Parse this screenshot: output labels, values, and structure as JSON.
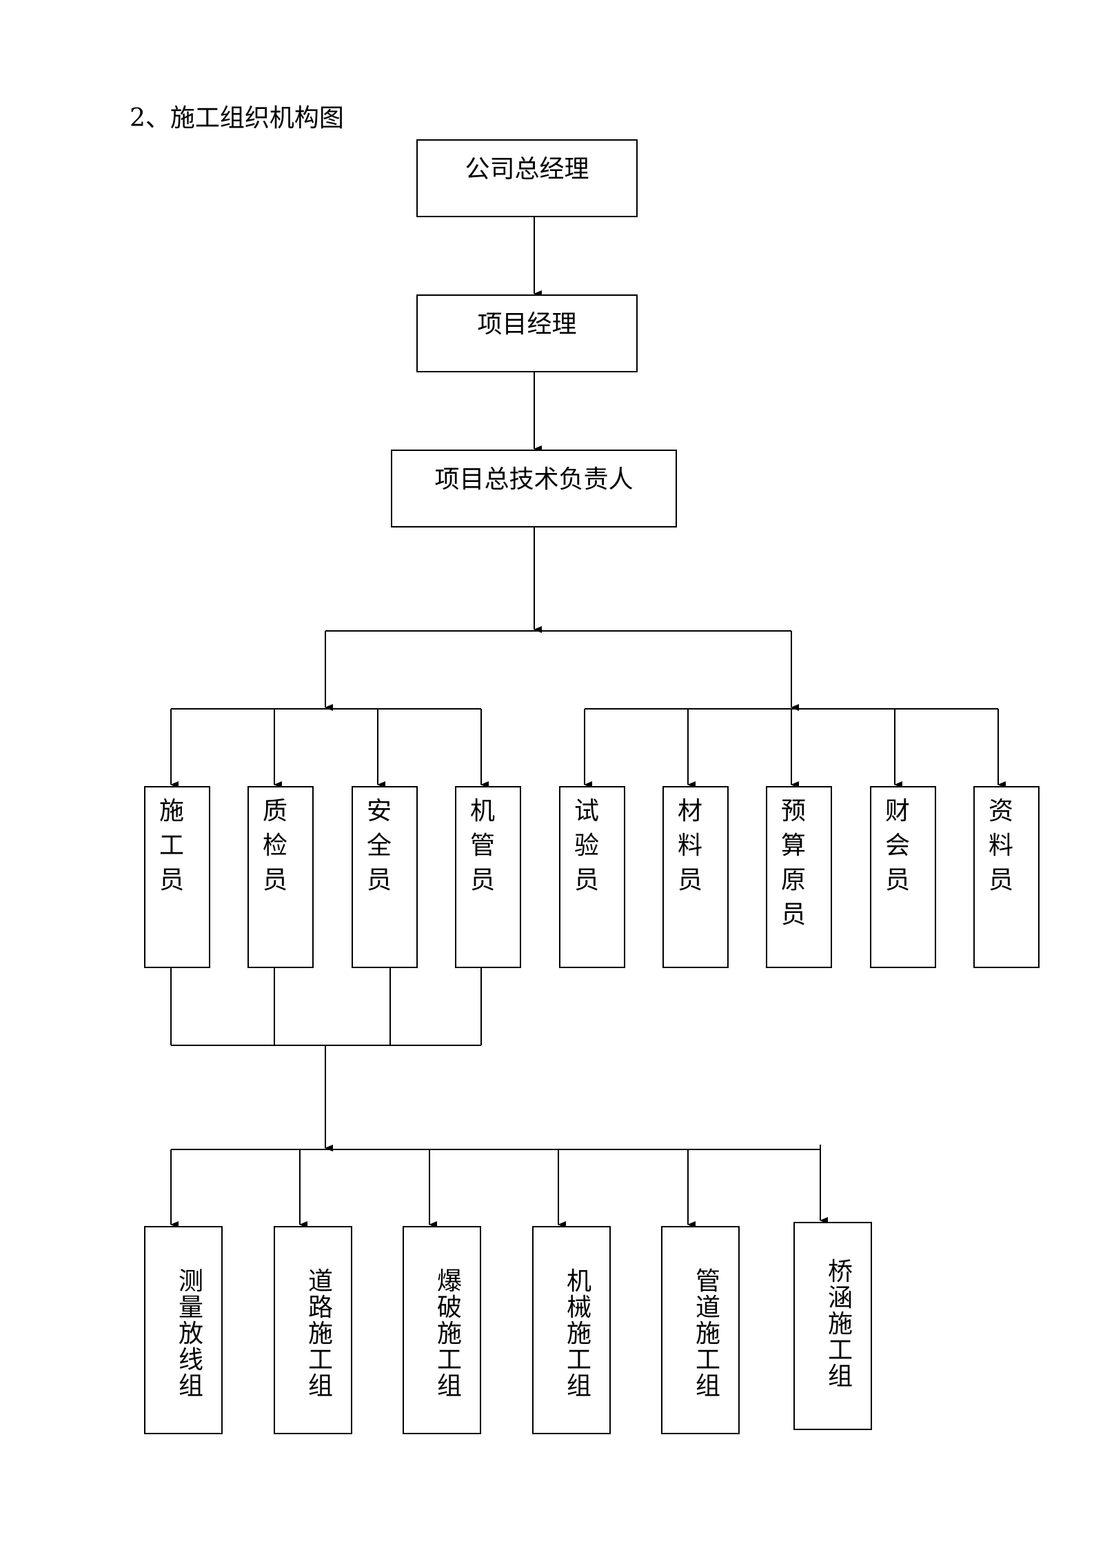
{
  "title": "2、施工组织机构图",
  "levels": {
    "company_gm": "公司总经理",
    "project_manager": "项目经理",
    "chief_engineer": "项目总技术负责人"
  },
  "staff_left": [
    "施工员",
    "质检员",
    "安全员",
    "机管员"
  ],
  "staff_right": [
    "试验员",
    "材料员",
    "预算原员",
    "财会员",
    "资料员"
  ],
  "teams": [
    "测量放线组",
    "道路施工组",
    "爆破施工组",
    "机械施工组",
    "管道施工组",
    "桥涵施工组"
  ]
}
